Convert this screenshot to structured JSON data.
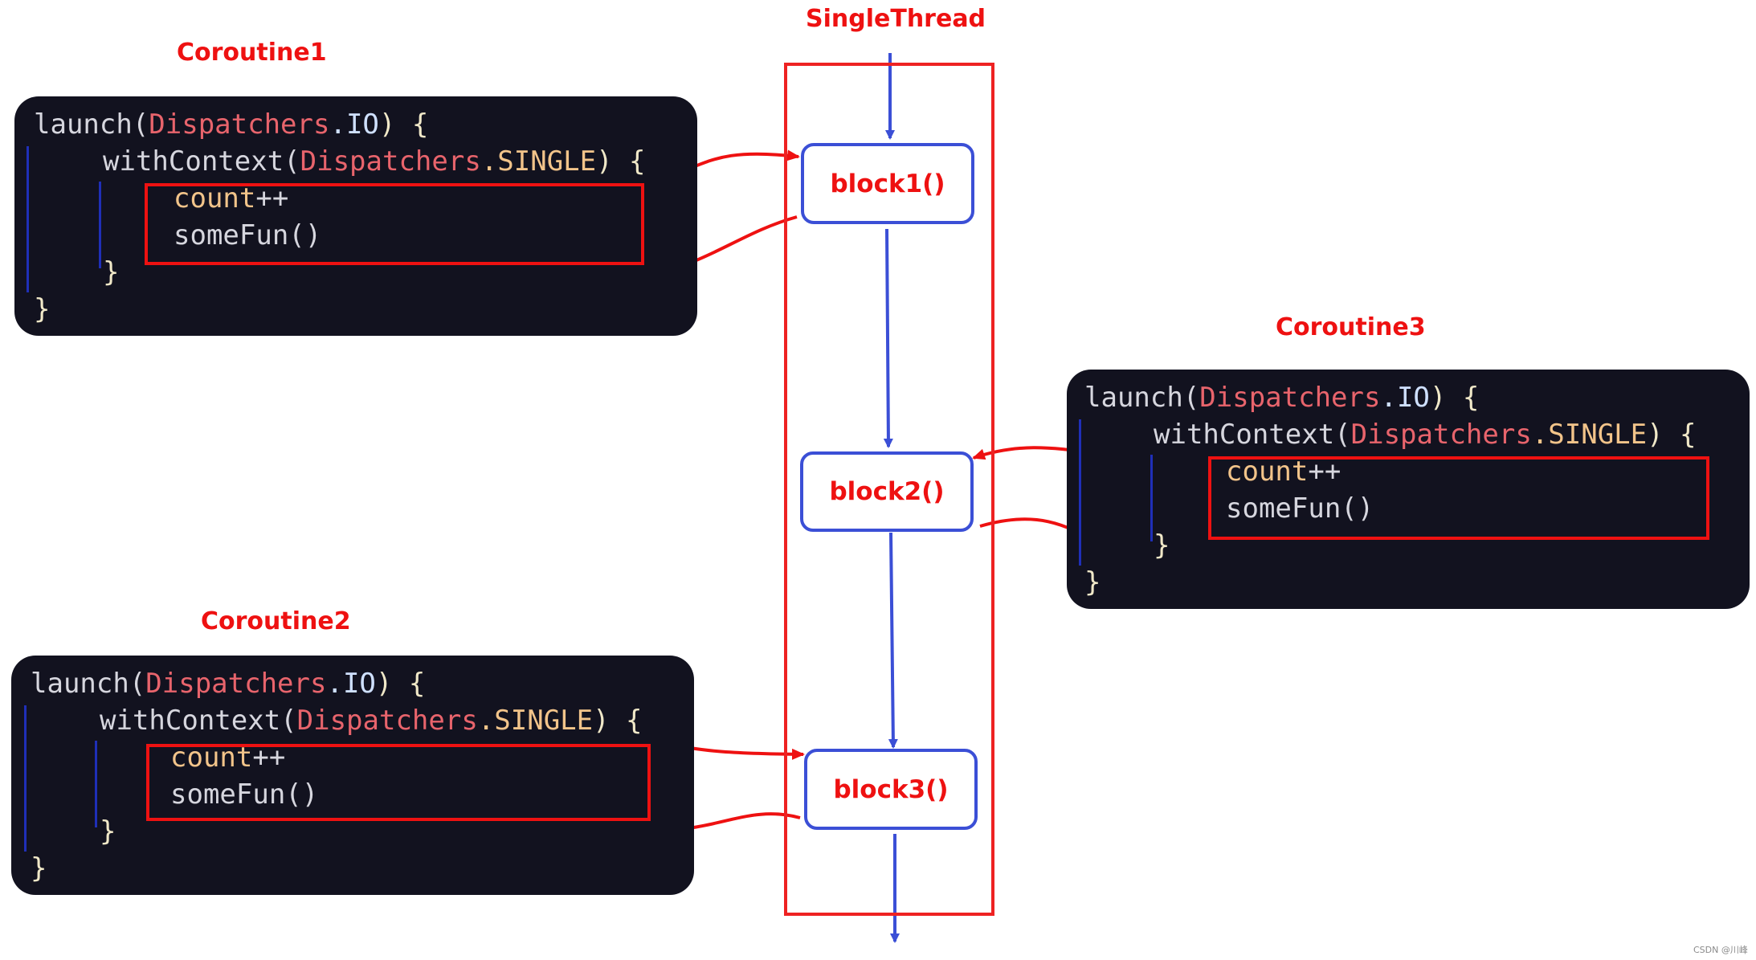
{
  "thread": {
    "title": "SingleThread"
  },
  "blocks": [
    "block1()",
    "block2()",
    "block3()"
  ],
  "coroutines": [
    {
      "title": "Coroutine1",
      "code": {
        "launch": "launch(",
        "dispatcher_io": "Dispatchers",
        "io_suffix": ".IO",
        "launch_close": ") {",
        "with_context": "withContext(",
        "dispatcher_single": "Dispatchers",
        "single_suffix": ".SINGLE",
        "with_close": ") {",
        "count": "count",
        "count_op": "++",
        "some_fun": "someFun()",
        "inner_brace": "}",
        "outer_brace": "}"
      }
    },
    {
      "title": "Coroutine2",
      "code": {
        "launch": "launch(",
        "dispatcher_io": "Dispatchers",
        "io_suffix": ".IO",
        "launch_close": ") {",
        "with_context": "withContext(",
        "dispatcher_single": "Dispatchers",
        "single_suffix": ".SINGLE",
        "with_close": ") {",
        "count": "count",
        "count_op": "++",
        "some_fun": "someFun()",
        "inner_brace": "}",
        "outer_brace": "}"
      }
    },
    {
      "title": "Coroutine3",
      "code": {
        "launch": "launch(",
        "dispatcher_io": "Dispatchers",
        "io_suffix": ".IO",
        "launch_close": ") {",
        "with_context": "withContext(",
        "dispatcher_single": "Dispatchers",
        "single_suffix": ".SINGLE",
        "with_close": ") {",
        "count": "count",
        "count_op": "++",
        "some_fun": "someFun()",
        "inner_brace": "}",
        "outer_brace": "}"
      }
    }
  ],
  "watermark": "CSDN @川峰",
  "colors": {
    "heading_red": "#ee1111",
    "node_blue": "#3b4fd6",
    "panel_bg": "#12121f",
    "code_text": "#d6d6de",
    "code_dispatcher": "#e8646c",
    "code_constant": "#cfe0ff",
    "code_variable": "#f2c48a"
  }
}
